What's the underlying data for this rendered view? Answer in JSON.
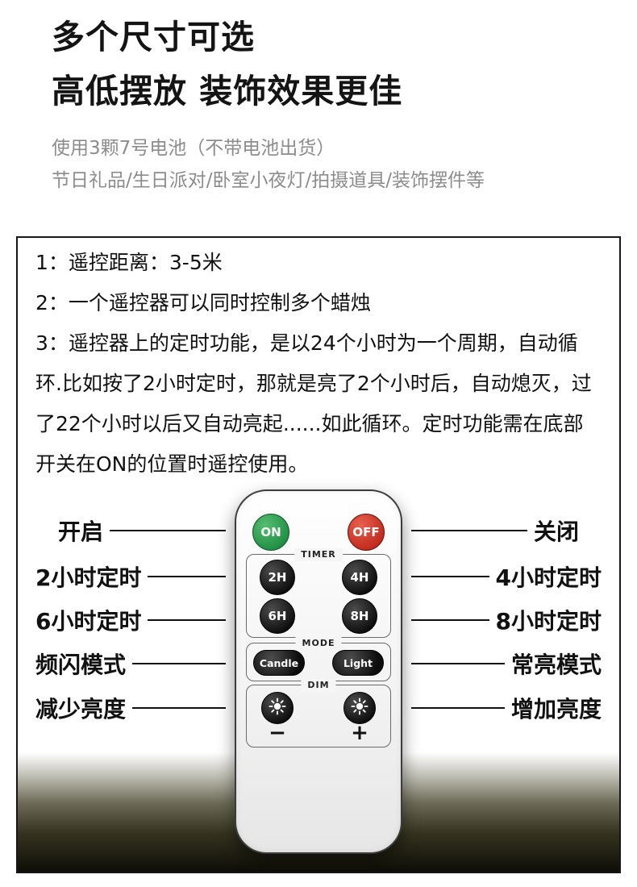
{
  "page": {
    "background": "#ffffff"
  },
  "header": {
    "title_line1": "多个尺寸可选",
    "title_line2": "高低摆放 装饰效果更佳",
    "note_line1": "使用3颗7号电池（不带电池出货）",
    "note_line2": "节日礼品/生日派对/卧室小夜灯/拍摄道具/装饰摆件等"
  },
  "instructions": {
    "item1": "1：遥控距离：3-5米",
    "item2": "2：一个遥控器可以同时控制多个蜡烛",
    "item3": "3：遥控器上的定时功能，是以24个小时为一个周期，自动循环.比如按了2小时定时，那就是亮了2个小时后，自动熄灭，过了22个小时以后又自动亮起......如此循环。定时功能需在底部开关在ON的位置时遥控使用。"
  },
  "remote": {
    "power": {
      "on": "ON",
      "off": "OFF"
    },
    "sections": {
      "timer": "TIMER",
      "mode": "MODE",
      "dim": "DIM"
    },
    "timer_buttons": {
      "b2h": "2H",
      "b4h": "4H",
      "b6h": "6H",
      "b8h": "8H"
    },
    "mode_buttons": {
      "candle": "Candle",
      "light": "Light"
    },
    "dim_buttons": {
      "minus": "−",
      "plus": "+"
    },
    "icons": {
      "dim_down": "brightness-icon",
      "dim_up": "brightness-icon"
    },
    "colors": {
      "on_button": "#2f9e44",
      "off_button": "#d43a2c",
      "key_black": "#141414",
      "floor_dark": "#0f0e07"
    }
  },
  "callouts": {
    "rows": [
      {
        "left": "开启",
        "right": "关闭"
      },
      {
        "left": "2小时定时",
        "right": "4小时定时"
      },
      {
        "left": "6小时定时",
        "right": "8小时定时"
      },
      {
        "left": "频闪模式",
        "right": "常亮模式"
      },
      {
        "left": "减少亮度",
        "right": "增加亮度"
      }
    ]
  }
}
